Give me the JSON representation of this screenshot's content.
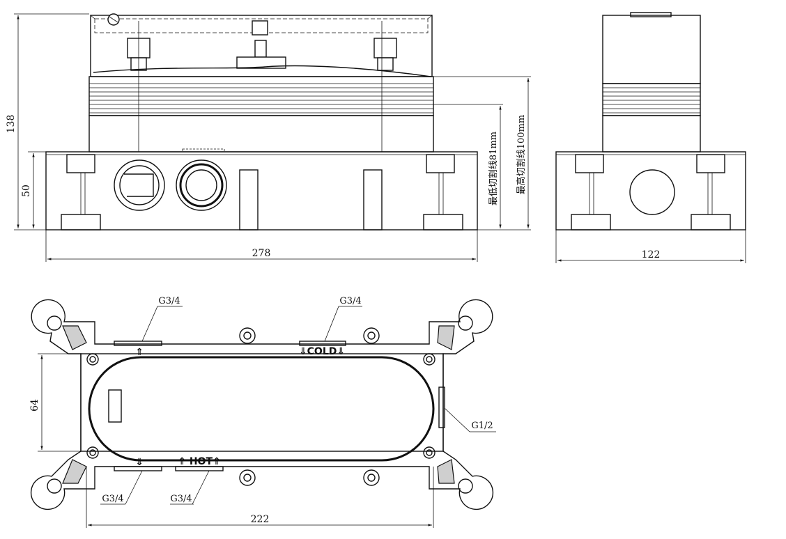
{
  "dimensions": {
    "front_width": "278",
    "side_width": "122",
    "total_height": "138",
    "base_height": "50",
    "bottom_width": "222",
    "bottom_height": "64"
  },
  "cut_lines": {
    "min": "最低切割线81mm",
    "max": "最高切割线100mm"
  },
  "ports": {
    "top_left": "G3/4",
    "top_right": "G3/4",
    "right": "G1/2",
    "bottom_left": "G3/4",
    "bottom_right": "G3/4"
  },
  "flow_labels": {
    "cold": "⇓COLD⇓",
    "hot": "⇑ HOT⇑"
  }
}
